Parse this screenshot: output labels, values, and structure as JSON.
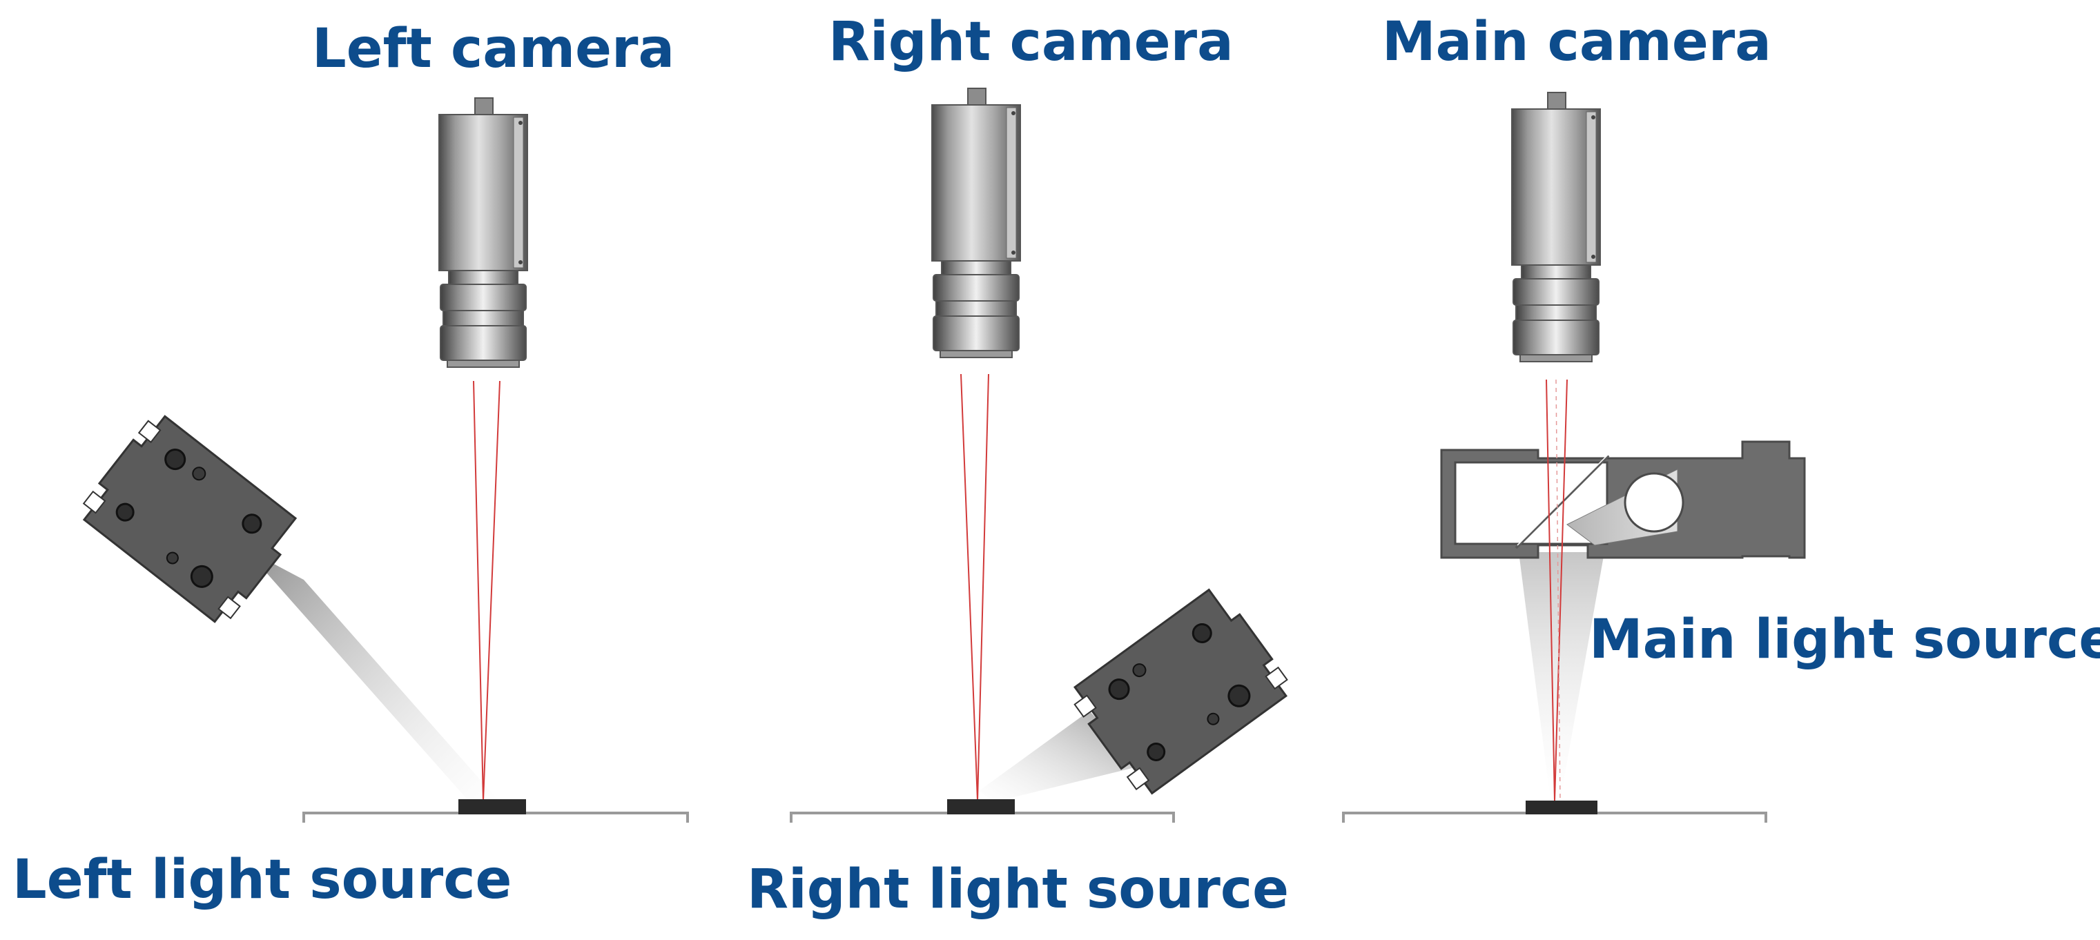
{
  "colors": {
    "label_text": "#0d4c8c",
    "beam_line": "#d23a3a",
    "camera_body": "#8a8a8a",
    "light_module": "#5a5a5a",
    "ground_line": "#9a9a9a",
    "sample": "#2a2a2a"
  },
  "labels": {
    "left_camera": "Left camera",
    "right_camera": "Right camera",
    "main_camera": "Main camera",
    "left_light": "Left light source",
    "right_light": "Right light source",
    "main_light": "Main light source"
  }
}
